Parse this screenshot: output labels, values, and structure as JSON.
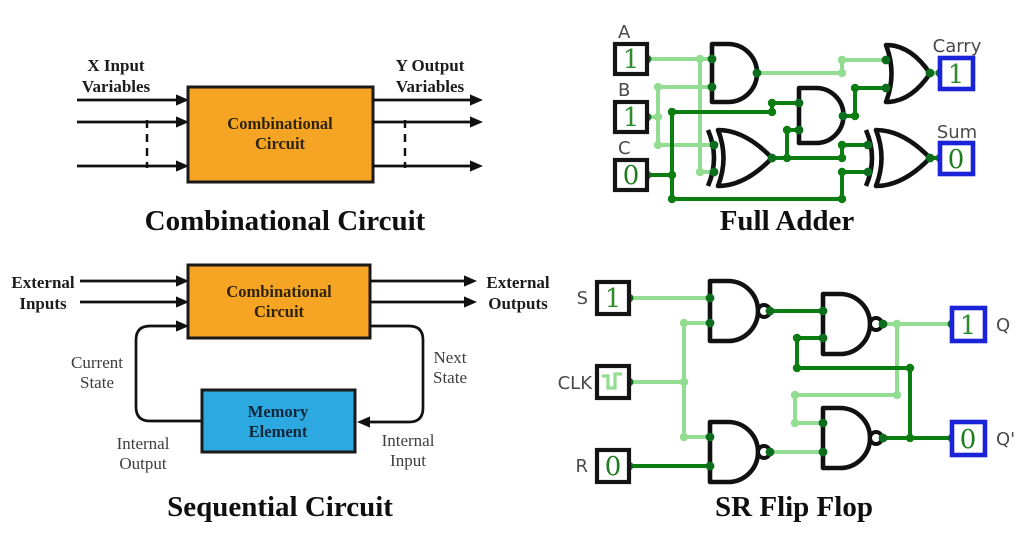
{
  "colors": {
    "logic_high_wire": "#93DD93",
    "logic_low_wire": "#0C7D11",
    "terminal_dot": "#0C6E1D",
    "gate_outline": "#111111",
    "input_box_border": "#141414",
    "output_box_border": "#1B23D6",
    "value_high_text": "#2E8B2E",
    "value_low_text": "#1E7C1E",
    "combinational_box_fill": "#F6A424",
    "memory_box_fill": "#2BA9E0",
    "io_label_gray": "#4A4A4A"
  },
  "combinational_circuit": {
    "caption": "Combinational Circuit",
    "input_label": [
      "X Input",
      "Variables"
    ],
    "output_label": [
      "Y Output",
      "Variables"
    ],
    "box_label": [
      "Combinational",
      "Circuit"
    ]
  },
  "sequential_circuit": {
    "caption": "Sequential Circuit",
    "external_inputs": [
      "External",
      "Inputs"
    ],
    "external_outputs": [
      "External",
      "Outputs"
    ],
    "combinational_box": [
      "Combinational",
      "Circuit"
    ],
    "memory_box": [
      "Memory",
      "Element"
    ],
    "current_state": [
      "Current",
      "State"
    ],
    "next_state": [
      "Next",
      "State"
    ],
    "internal_output": [
      "Internal",
      "Output"
    ],
    "internal_input": [
      "Internal",
      "Input"
    ]
  },
  "full_adder": {
    "caption": "Full Adder",
    "inputs": [
      {
        "label": "A",
        "value": "1"
      },
      {
        "label": "B",
        "value": "1"
      },
      {
        "label": "C",
        "value": "0"
      }
    ],
    "outputs": [
      {
        "label": "Carry",
        "value": "1"
      },
      {
        "label": "Sum",
        "value": "0"
      }
    ]
  },
  "sr_flip_flop": {
    "caption": "SR Flip Flop",
    "inputs": [
      {
        "label": "S",
        "value": "1"
      },
      {
        "label": "CLK",
        "icon": "clock-pulse"
      },
      {
        "label": "R",
        "value": "0"
      }
    ],
    "outputs": [
      {
        "label": "Q",
        "value": "1"
      },
      {
        "label": "Q'",
        "value": "0"
      }
    ]
  }
}
